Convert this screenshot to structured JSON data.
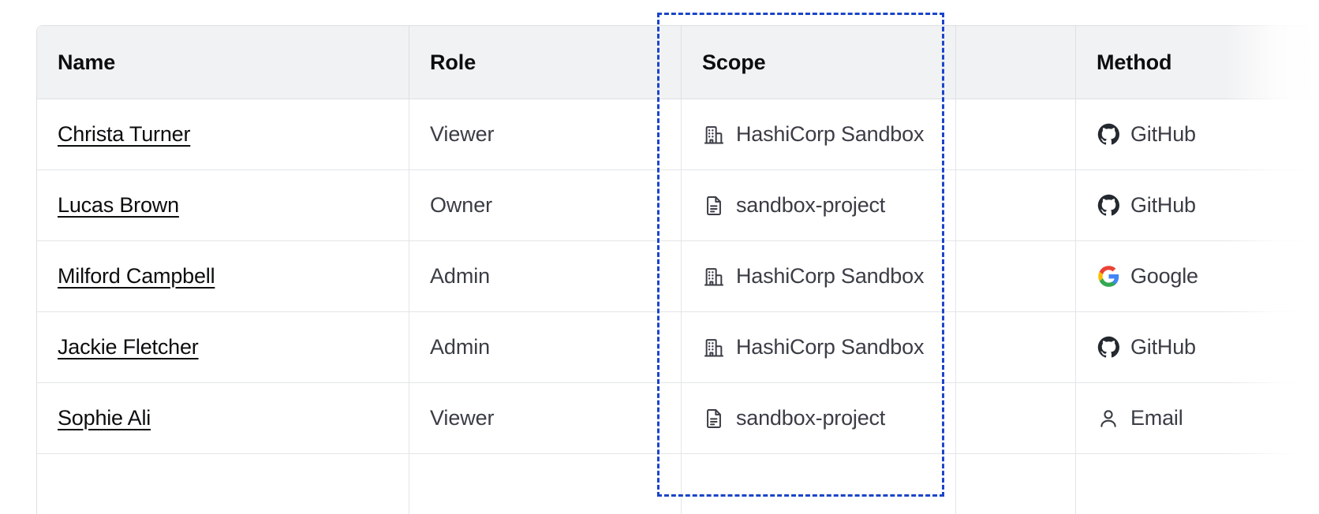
{
  "table": {
    "columns": [
      {
        "key": "name",
        "label": "Name"
      },
      {
        "key": "role",
        "label": "Role"
      },
      {
        "key": "scope",
        "label": "Scope"
      },
      {
        "key": "blank",
        "label": ""
      },
      {
        "key": "method",
        "label": "Method"
      }
    ],
    "rows": [
      {
        "name": "Christa Turner",
        "role": "Viewer",
        "scope": "HashiCorp Sandbox",
        "scope_icon": "organization-building-icon",
        "method": "GitHub",
        "method_icon": "github-icon"
      },
      {
        "name": "Lucas Brown",
        "role": "Owner",
        "scope": "sandbox-project",
        "scope_icon": "project-document-icon",
        "method": "GitHub",
        "method_icon": "github-icon"
      },
      {
        "name": "Milford Campbell",
        "role": "Admin",
        "scope": "HashiCorp Sandbox",
        "scope_icon": "organization-building-icon",
        "method": "Google",
        "method_icon": "google-icon"
      },
      {
        "name": "Jackie Fletcher",
        "role": "Admin",
        "scope": "HashiCorp Sandbox",
        "scope_icon": "organization-building-icon",
        "method": "GitHub",
        "method_icon": "github-icon"
      },
      {
        "name": "Sophie Ali",
        "role": "Viewer",
        "scope": "sandbox-project",
        "scope_icon": "project-document-icon",
        "method": "Email",
        "method_icon": "user-person-icon"
      },
      {
        "name": "",
        "role": "",
        "scope": "",
        "scope_icon": "",
        "method": "",
        "method_icon": ""
      }
    ]
  },
  "selection": {
    "target_column": "Scope",
    "style": "dashed-outline"
  },
  "colors": {
    "header_background": "#f1f2f3",
    "header_text": "#0c0d0e",
    "body_text": "#3b3d45",
    "link_text": "#0c0d0e",
    "border": "#dedfe3",
    "row_border": "#e4e5e8",
    "selection_outline": "#1b45c8",
    "icon_gray": "#3b3d45",
    "google_blue": "#4285f4",
    "google_red": "#ea4335",
    "google_yellow": "#fbbc05",
    "google_green": "#34a853",
    "github_dark": "#24292f",
    "page_background": "#ffffff"
  }
}
